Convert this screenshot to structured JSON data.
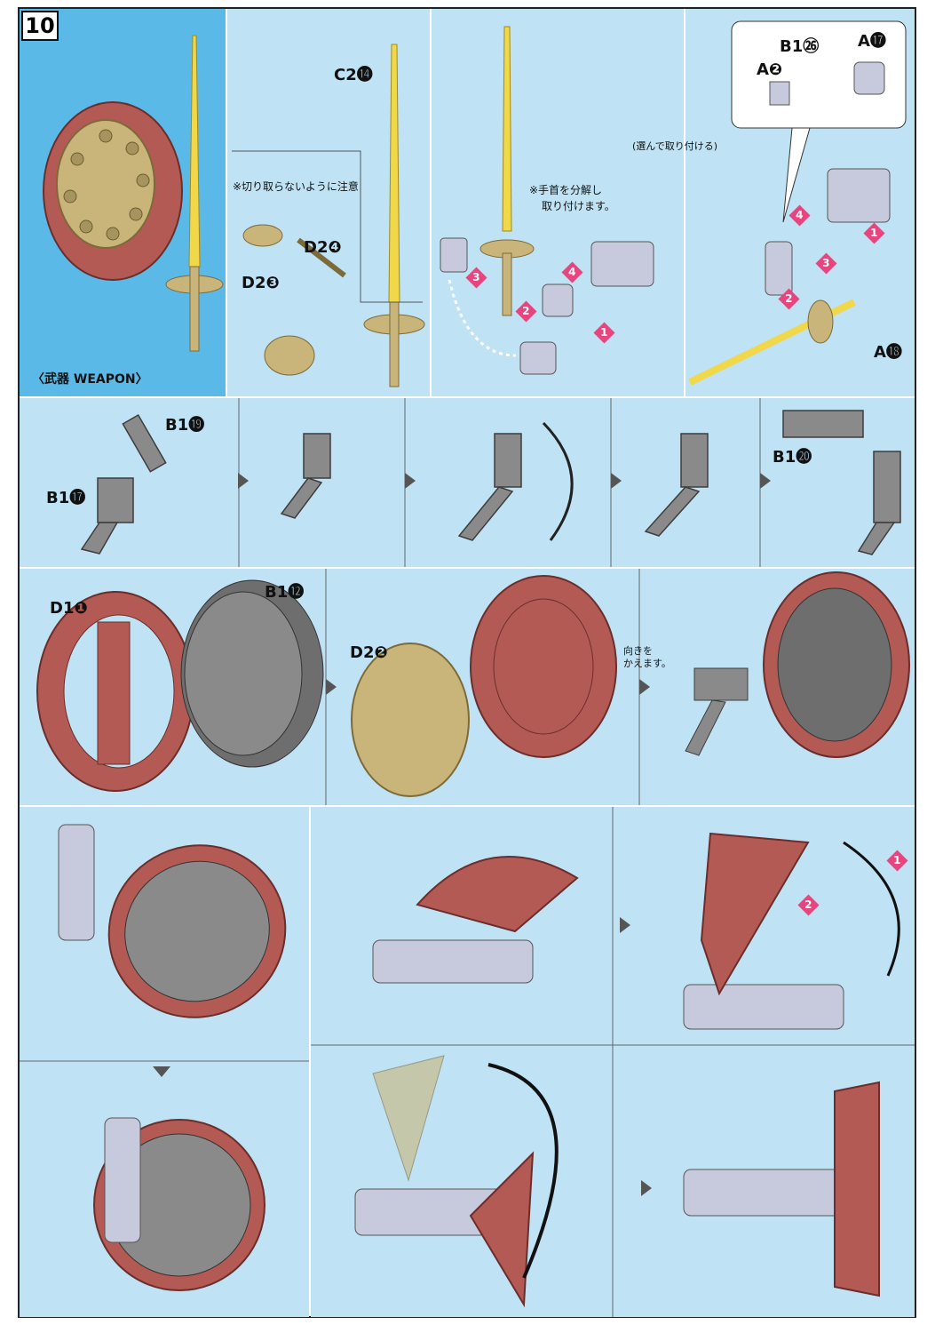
{
  "step": "10",
  "labels": {
    "weapon": "〈武器 WEAPON〉",
    "c2_14": "C2⓮",
    "d2_4": "D2❹",
    "d2_3": "D2❸",
    "note_cut": "※切り取らないように注意",
    "note_wrist_1": "※手首を分解し",
    "note_wrist_2": "取り付けます。",
    "choose_attach": "(選んで取り付ける)",
    "b1_26": "B1㉖",
    "a_17": "A⓱",
    "a_2": "A❷",
    "a_18": "A⓲",
    "b1_19": "B1⓳",
    "b1_17": "B1⓱",
    "b1_20": "B1⓴",
    "d1_1": "D1❶",
    "b1_12": "B1⓬",
    "d2_2": "D2❷",
    "change_dir_1": "向きを",
    "change_dir_2": "かえます。"
  },
  "step_numbers": [
    "1",
    "2",
    "3",
    "4"
  ],
  "colors": {
    "panel_bg": "#bfe3f5",
    "shield_rim": "#b35a55",
    "shield_face": "#c9b57a",
    "sword_blade": "#f0d84a",
    "sword_hilt": "#c9b57a",
    "gray_part": "#8a8a8a",
    "hand_part": "#c7c9dc",
    "marker": "#e8457e"
  }
}
